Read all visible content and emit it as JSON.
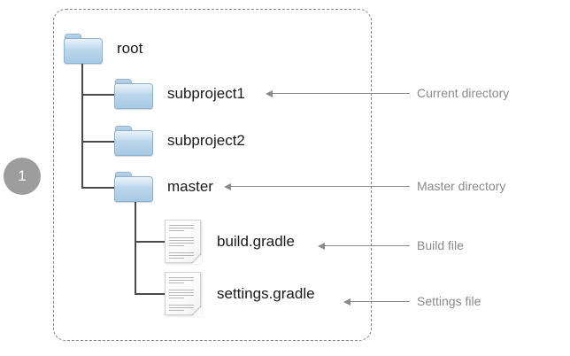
{
  "badge": {
    "number": "1"
  },
  "tree": {
    "nodes": [
      {
        "id": "root",
        "label": "root",
        "icon": "folder-icon"
      },
      {
        "id": "subproject1",
        "label": "subproject1",
        "icon": "folder-icon"
      },
      {
        "id": "subproject2",
        "label": "subproject2",
        "icon": "folder-icon"
      },
      {
        "id": "master",
        "label": "master",
        "icon": "folder-icon"
      },
      {
        "id": "build-gradle",
        "label": "build.gradle",
        "icon": "file-icon"
      },
      {
        "id": "settings-gradle",
        "label": "settings.gradle",
        "icon": "file-icon"
      }
    ]
  },
  "callouts": [
    {
      "id": "current-directory",
      "label": "Current directory",
      "target": "subproject1"
    },
    {
      "id": "master-directory",
      "label": "Master directory",
      "target": "master"
    },
    {
      "id": "build-file",
      "label": "Build file",
      "target": "build-gradle"
    },
    {
      "id": "settings-file",
      "label": "Settings file",
      "target": "settings-gradle"
    }
  ],
  "colors": {
    "badge_fill": "#9d9d9d",
    "badge_text": "#ffffff",
    "folder_fill": "#bcd7ec",
    "node_text": "#1a1a1a",
    "callout_text": "#8a8a8a",
    "connector": "#4a4a4a",
    "dashed_border": "#888888",
    "background": "#ffffff"
  }
}
